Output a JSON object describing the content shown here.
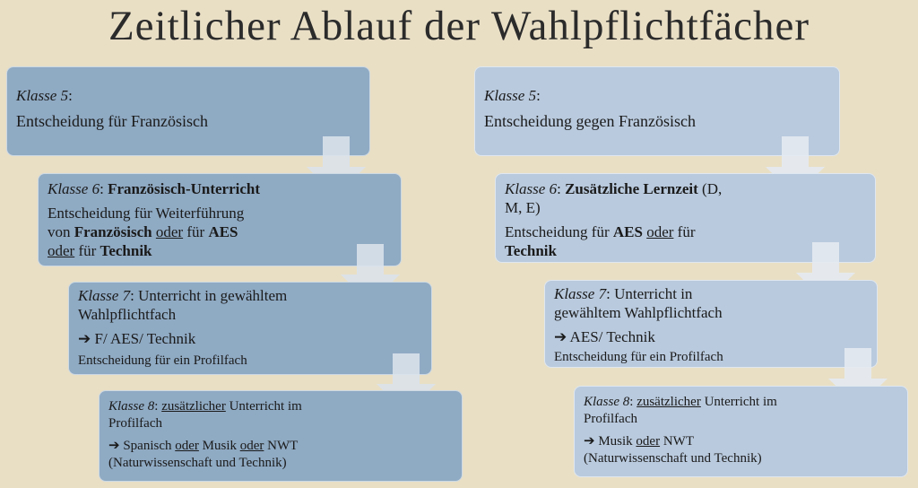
{
  "title": "Zeitlicher Ablauf der Wahlpflichtfächer",
  "left": {
    "k5": {
      "label": "Klasse 5",
      "colon": ":",
      "text": "Entscheidung für Französisch"
    },
    "k6": {
      "label": "Klasse 6",
      "colon": ": ",
      "heading": "Französisch-Unterricht",
      "l1": "Entscheidung für Weiterführung",
      "l2a": "von ",
      "l2b": "Französisch",
      "l2c": " ",
      "l2d": "oder",
      "l2e": " für ",
      "l2f": "AES",
      "l3a": "oder",
      "l3b": " für ",
      "l3c": "Technik"
    },
    "k7": {
      "label": "Klasse 7",
      "colon": ":",
      "l1": " Unterricht in gewähltem",
      "l2": "Wahlpflichtfach",
      "l3": "➔ F/ AES/ Technik",
      "l4": "Entscheidung für ein Profilfach"
    },
    "k8": {
      "label": "Klasse 8",
      "colon": ": ",
      "u": "zusätzlicher",
      "l1": " Unterricht im",
      "l2": "Profilfach",
      "l3a": "➔ Spanisch ",
      "l3b": "oder",
      "l3c": " Musik ",
      "l3d": "oder",
      "l3e": " NWT",
      "l4": "(Naturwissenschaft und Technik)"
    }
  },
  "right": {
    "k5": {
      "label": "Klasse 5",
      "colon": ":",
      "text": "Entscheidung gegen Französisch"
    },
    "k6": {
      "label": "Klasse 6",
      "colon": ": ",
      "heading": "Zusätzliche Lernzeit",
      "after": " (D,",
      "l2": "M, E)",
      "l3a": "Entscheidung für ",
      "l3b": "AES",
      "l3c": " ",
      "l3d": "oder",
      "l3e": " für",
      "l4": "Technik"
    },
    "k7": {
      "label": "Klasse 7",
      "colon": ":",
      "l1": " Unterricht in",
      "l2": "gewähltem Wahlpflichtfach",
      "l3": "➔ AES/ Technik",
      "l4": "Entscheidung für ein Profilfach"
    },
    "k8": {
      "label": "Klasse 8",
      "colon": ": ",
      "u": "zusätzlicher",
      "l1": " Unterricht im",
      "l2": "Profilfach",
      "l3a": "➔ Musik ",
      "l3b": "oder",
      "l3c": " NWT",
      "l4": "(Naturwissenschaft und Technik)"
    }
  },
  "colors": {
    "background": "#e9dfc5",
    "left_box": "#8faac3",
    "right_box": "#b9cade",
    "arrow": "#dbe3ec"
  }
}
